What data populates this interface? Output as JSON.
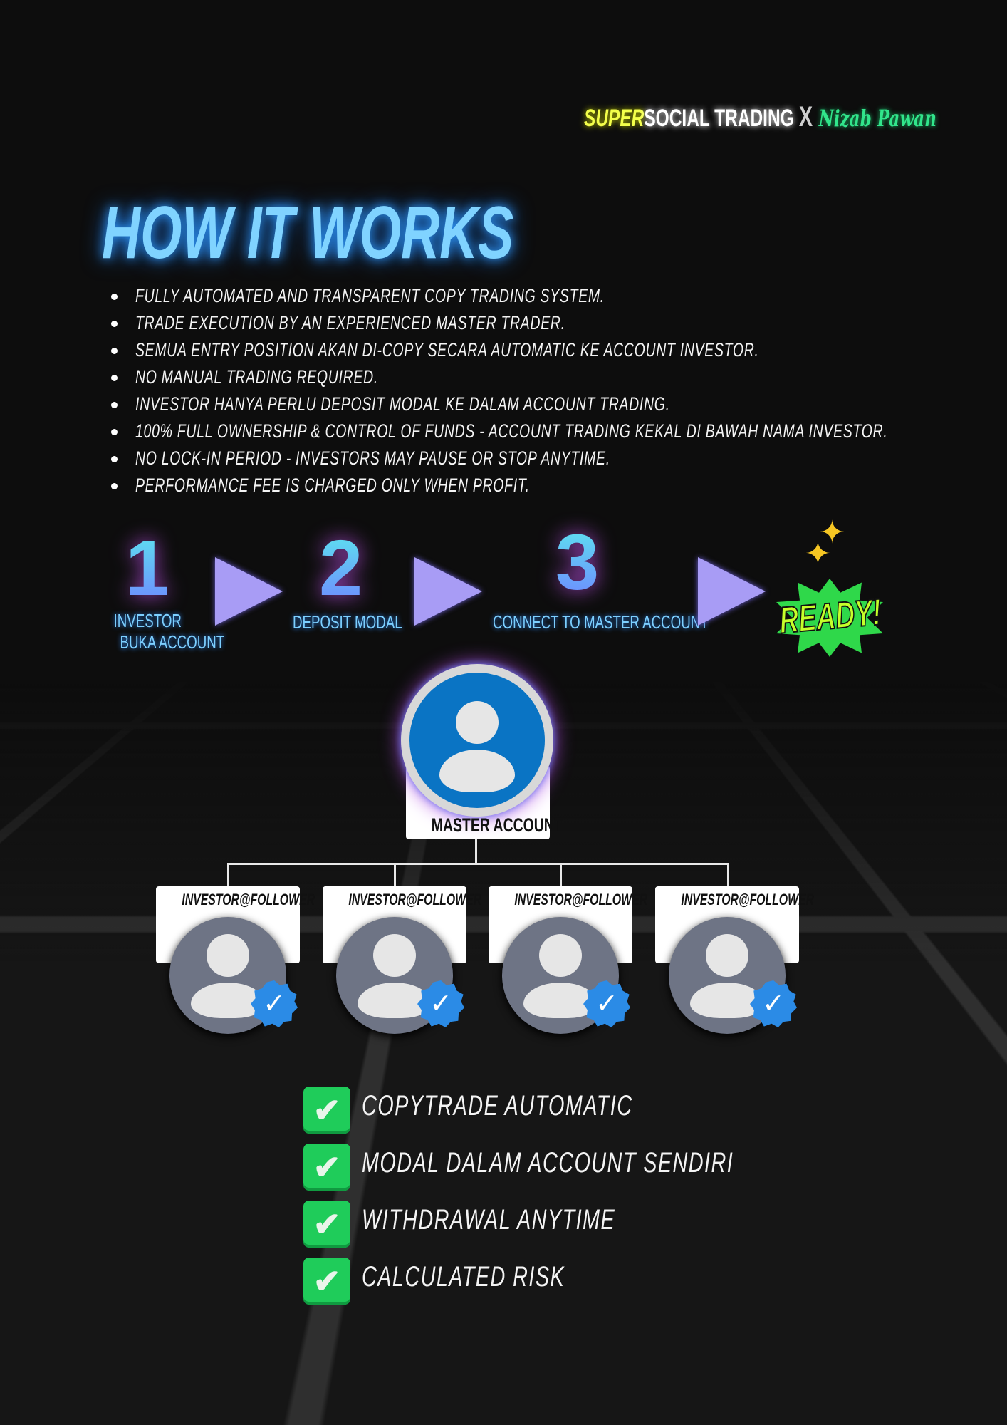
{
  "logo": {
    "super": "SUPER",
    "social": "SOCIAL TRADING",
    "x": "X",
    "signature": "Nizab Pawan"
  },
  "title": "HOW IT WORKS",
  "bullets": [
    "FULLY AUTOMATED AND TRANSPARENT COPY TRADING SYSTEM.",
    "TRADE EXECUTION BY AN EXPERIENCED MASTER TRADER.",
    "SEMUA ENTRY POSITION AKAN DI-COPY SECARA AUTOMATIC KE ACCOUNT INVESTOR.",
    "NO MANUAL TRADING REQUIRED.",
    "INVESTOR HANYA PERLU DEPOSIT MODAL KE DALAM ACCOUNT TRADING.",
    "100% FULL OWNERSHIP & CONTROL OF FUNDS - ACCOUNT TRADING KEKAL DI BAWAH NAMA INVESTOR.",
    "NO LOCK-IN PERIOD - INVESTORS MAY PAUSE OR STOP ANYTIME.",
    "PERFORMANCE FEE IS CHARGED ONLY WHEN PROFIT."
  ],
  "steps": [
    {
      "num": "1",
      "line1": "INVESTOR",
      "line2": "BUKA ACCOUNT"
    },
    {
      "num": "2",
      "line1": "DEPOSIT MODAL"
    },
    {
      "num": "3",
      "line1": "CONNECT TO MASTER ACCOUNT"
    }
  ],
  "ready": "READY!",
  "master_label": "MASTER ACCOUNT",
  "followers": [
    "INVESTOR@FOLLOWER",
    "INVESTOR@FOLLOWER",
    "INVESTOR@FOLLOWER",
    "INVESTOR@FOLLOWER"
  ],
  "benefits": [
    "COPYTRADE AUTOMATIC",
    "MODAL DALAM ACCOUNT SENDIRI",
    "WITHDRAWAL ANYTIME",
    "CALCULATED RISK"
  ]
}
